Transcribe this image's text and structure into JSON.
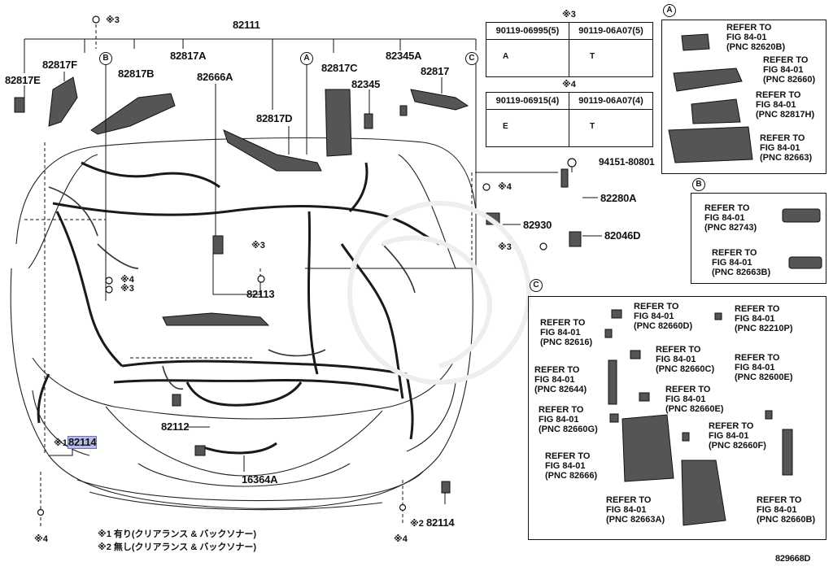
{
  "diagram_id": "829668D",
  "callouts": {
    "p82111": "82111",
    "p82817F": "82817F",
    "p82817E": "82817E",
    "p82817B": "82817B",
    "p82817A": "82817A",
    "p82666A": "82666A",
    "p82817C": "82817C",
    "p82345A": "82345A",
    "p82345": "82345",
    "p82817": "82817",
    "p82817D": "82817D",
    "p94151": "94151-80801",
    "p82280A": "82280A",
    "p82930": "82930",
    "p82046D": "82046D",
    "p82113": "82113",
    "p82112": "82112",
    "p82114a": "82114",
    "p16364A": "16364A",
    "p82114b": "82114"
  },
  "marks": {
    "m3": "※3",
    "m4": "※4",
    "m1": "※1",
    "m2": "※2"
  },
  "circles": {
    "A": "A",
    "B": "B",
    "C": "C"
  },
  "bolt_table_1": {
    "mark": "※3",
    "col1": "90119-06995(5)",
    "col2": "90119-06A07(5)",
    "sym1": "A",
    "sym2": "T"
  },
  "bolt_table_2": {
    "mark": "※4",
    "col1": "90119-06915(4)",
    "col2": "90119-06A07(4)",
    "sym1": "E",
    "sym2": "T"
  },
  "box_a": {
    "refs": [
      "REFER TO\nFIG 84-01\n(PNC 82620B)",
      "REFER TO\nFIG 84-01\n(PNC 82660)",
      "REFER TO\nFIG 84-01\n(PNC 82817H)",
      "REFER TO\nFIG 84-01\n(PNC 82663)"
    ]
  },
  "box_b": {
    "refs": [
      "REFER TO\nFIG 84-01\n(PNC 82743)",
      "REFER TO\nFIG 84-01\n(PNC 82663B)"
    ]
  },
  "box_c": {
    "refs": [
      "REFER TO\nFIG 84-01\n(PNC 82660D)",
      "REFER TO\nFIG 84-01\n(PNC 82210P)",
      "REFER TO\nFIG 84-01\n(PNC 82616)",
      "REFER TO\nFIG 84-01\n(PNC 82660C)",
      "REFER TO\nFIG 84-01\n(PNC 82644)",
      "REFER TO\nFIG 84-01\n(PNC 82600E)",
      "REFER TO\nFIG 84-01\n(PNC 82660E)",
      "REFER TO\nFIG 84-01\n(PNC 82660G)",
      "REFER TO\nFIG 84-01\n(PNC 82660F)",
      "REFER TO\nFIG 84-01\n(PNC 82666)",
      "REFER TO\nFIG 84-01\n(PNC 82663A)",
      "REFER TO\nFIG 84-01\n(PNC 82660B)"
    ]
  },
  "footnotes": [
    "※1 有り(クリアランス & バックソナー)",
    "※2 無し(クリアランス & バックソナー)"
  ],
  "colors": {
    "highlight": "#b9bde6",
    "line": "#111111"
  }
}
